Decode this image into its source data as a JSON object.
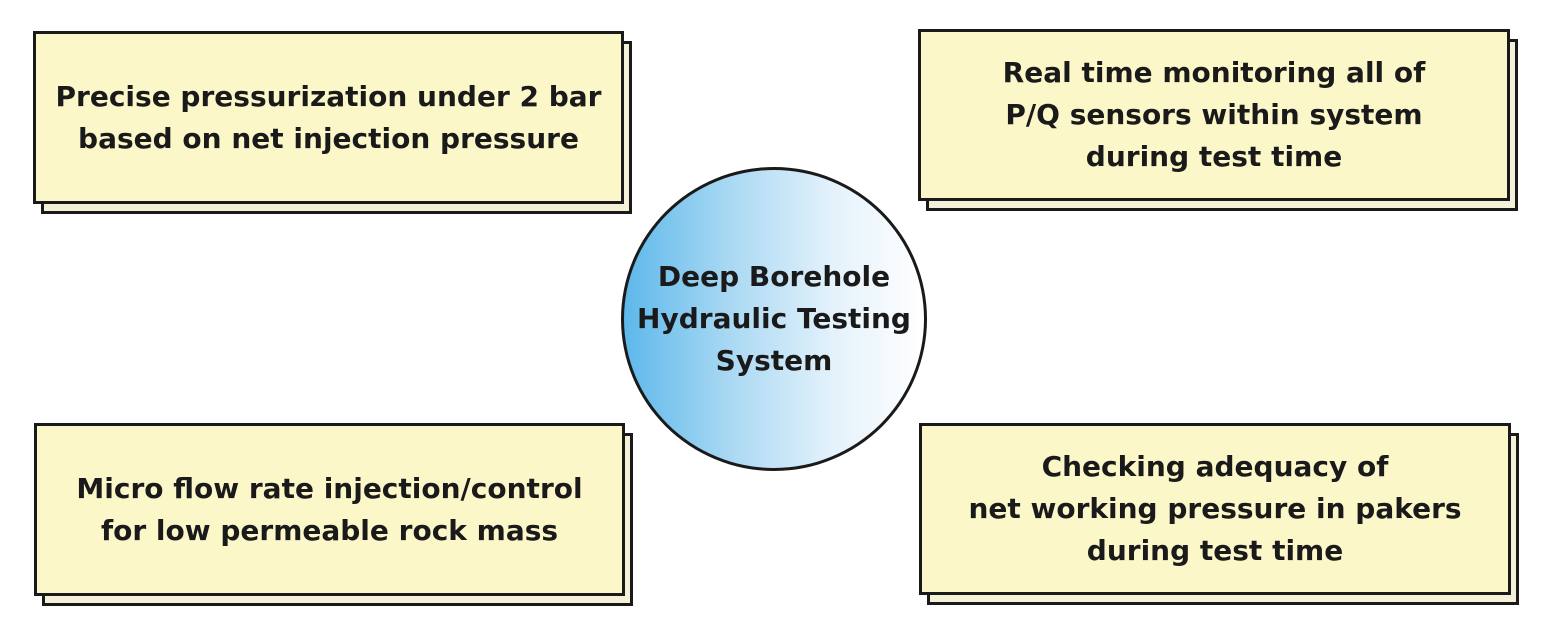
{
  "center": {
    "lines": [
      "Deep Borehole",
      "Hydraulic Testing",
      "System"
    ]
  },
  "cards": {
    "top_left": {
      "lines": [
        "Precise pressurization under 2 bar",
        "based on net injection pressure"
      ]
    },
    "top_right": {
      "lines": [
        "Real time monitoring all of",
        "P/Q sensors within system",
        "during test time"
      ]
    },
    "bottom_left": {
      "lines": [
        "Micro flow rate injection/control",
        "for low permeable rock mass"
      ]
    },
    "bottom_right": {
      "lines": [
        "Checking adequacy of",
        "net working pressure in pakers",
        "during test time"
      ]
    }
  },
  "colors": {
    "card_fill": "#fbf7c9",
    "card_shadow": "#f4f1d8",
    "outline": "#1a1a1a",
    "hub_gradient_start": "#5db8ea",
    "hub_gradient_end": "#ffffff"
  }
}
